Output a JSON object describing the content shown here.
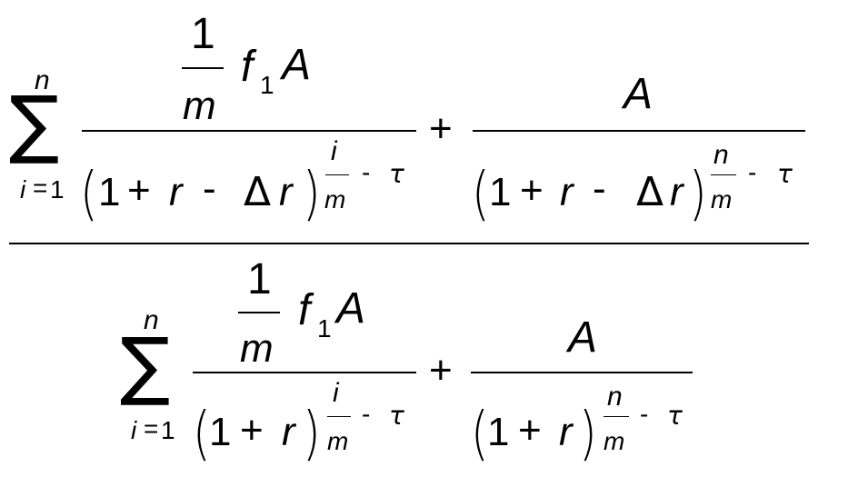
{
  "symbols": {
    "sum": "∑",
    "plus": "+",
    "minus": "-",
    "delta": "Δ",
    "lparen": "(",
    "rparen": ")",
    "equals": "=",
    "one": "1"
  },
  "vars": {
    "n": "n",
    "i": "i",
    "m": "m",
    "A": "A",
    "f": "f",
    "sub1": "1",
    "r": "r",
    "tau": "τ"
  }
}
